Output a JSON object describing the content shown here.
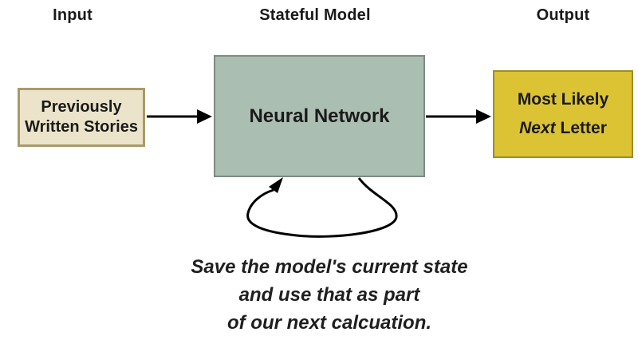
{
  "diagram": {
    "background": "#ffffff",
    "text_color": "#1a1a1a"
  },
  "labels": {
    "input": "Input",
    "stateful_model": "Stateful Model",
    "output": "Output"
  },
  "boxes": {
    "input": {
      "line1": "Previously",
      "line2": "Written Stories",
      "fill": "#ece4ca",
      "border": "#a89a6a"
    },
    "neural_network": {
      "label": "Neural Network",
      "fill": "#abbeb2",
      "border": "#7e8b82"
    },
    "output": {
      "line1": "Most Likely",
      "line2_italic": "Next",
      "line2_rest": "Letter",
      "fill": "#dcc334",
      "border": "#a18c25"
    }
  },
  "arrows": {
    "color": "#000000"
  },
  "caption": {
    "line1": "Save the model's current state",
    "line2": "and use that as part",
    "line3": "of our next calcuation."
  }
}
